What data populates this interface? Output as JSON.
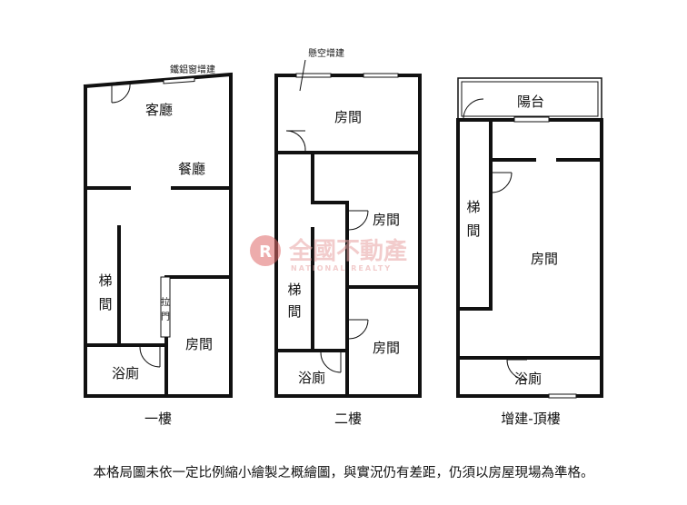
{
  "floors": [
    {
      "caption": "一樓",
      "rooms": {
        "living": "客廳",
        "dining": "餐廳",
        "stairs": [
          "梯",
          "間"
        ],
        "sliding_door": [
          "拉",
          "門"
        ],
        "room": "房間",
        "bath": "浴廁"
      },
      "annotation": "鐵鋁窗增建"
    },
    {
      "caption": "二樓",
      "rooms": {
        "room_top": "房間",
        "room_mid": "房間",
        "room_low": "房間",
        "stairs": [
          "梯",
          "間"
        ],
        "bath": "浴廁"
      },
      "annotation": "懸空增建"
    },
    {
      "caption": "增建-頂樓",
      "rooms": {
        "balcony": "陽台",
        "stairs": [
          "梯",
          "間"
        ],
        "room": "房間",
        "bath": "浴廁"
      }
    }
  ],
  "watermark": {
    "name": "全國不動產",
    "sub": "NATIONAL REALTY",
    "color": "#d83b3b"
  },
  "note": "本格局圖未依一定比例縮小繪製之概繪圖，與實況仍有差距，仍須以房屋現場為準格。"
}
